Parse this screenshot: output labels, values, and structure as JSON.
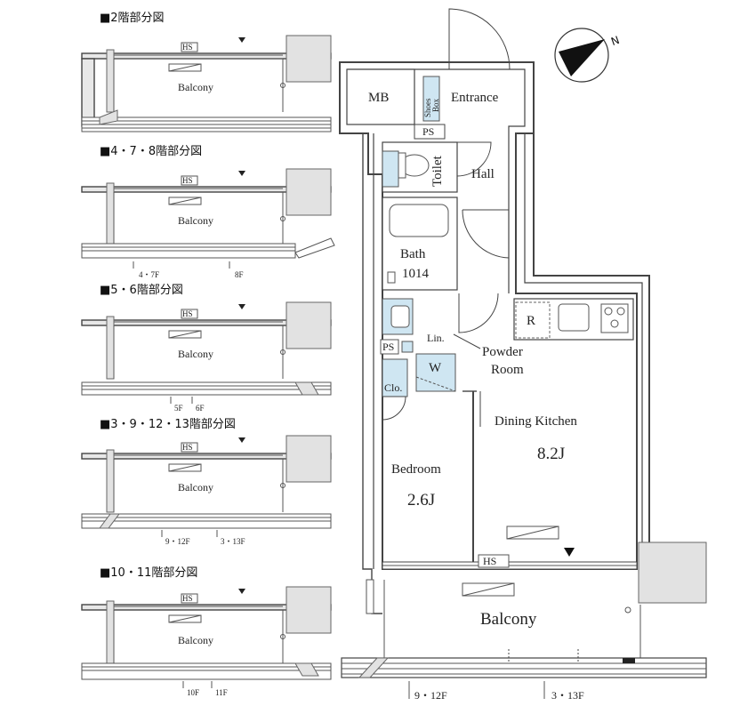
{
  "headings": {
    "floor2": "■2階部分図",
    "floor478": "■4・7・8階部分図",
    "floor56": "■5・6階部分図",
    "floor391213": "■3・9・12・13階部分図",
    "floor1011": "■10・11階部分図"
  },
  "thumb_labels": {
    "balcony": "Balcony",
    "hs": "HS"
  },
  "thumb_notes": {
    "f478_a": "4・7F",
    "f478_b": "8F",
    "f56_a": "5F",
    "f56_b": "6F",
    "f391213_a": "9・12F",
    "f391213_b": "3・13F",
    "f1011_a": "10F",
    "f1011_b": "11F"
  },
  "rooms": {
    "mb": "MB",
    "shoes_box_1": "Shoes",
    "shoes_box_2": "Box",
    "entrance": "Entrance",
    "ps_top": "PS",
    "toilet": "Toilet",
    "hall": "Hall",
    "bath": "Bath",
    "bath_size": "1014",
    "r": "R",
    "ps_mid": "PS",
    "lin": "Lin.",
    "w": "W",
    "clo": "Clo.",
    "powder_1": "Powder",
    "powder_2": "Room",
    "dk_name": "Dining Kitchen",
    "dk_size": "8.2J",
    "bed_name": "Bedroom",
    "bed_size": "2.6J",
    "hs": "HS",
    "balcony": "Balcony"
  },
  "main_notes": {
    "a": "9・12F",
    "b": "3・13F"
  },
  "compass": {
    "north": "N",
    "icon": "north-arrow-icon"
  }
}
